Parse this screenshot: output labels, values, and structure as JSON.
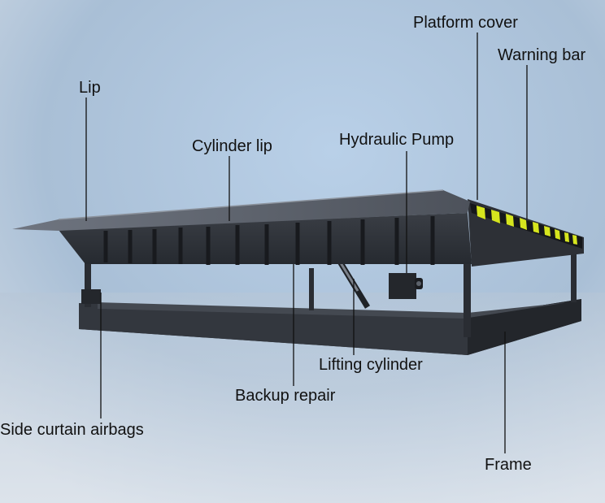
{
  "colors": {
    "background_top": "#a7bed6",
    "background_bottom": "#dfe6ee",
    "steel": "#2f3238",
    "warning_yellow": "#d6e51e",
    "warning_black": "#15171a",
    "leader": "#111111"
  },
  "labels": {
    "platform_cover": "Platform cover",
    "warning_bar": "Warning bar",
    "lip": "Lip",
    "cylinder_lip": "Cylinder lip",
    "hydraulic_pump": "Hydraulic Pump",
    "lifting_cylinder": "Lifting cylinder",
    "backup_repair": "Backup repair",
    "side_curtain_airbags": "Side curtain airbags",
    "frame": "Frame"
  }
}
